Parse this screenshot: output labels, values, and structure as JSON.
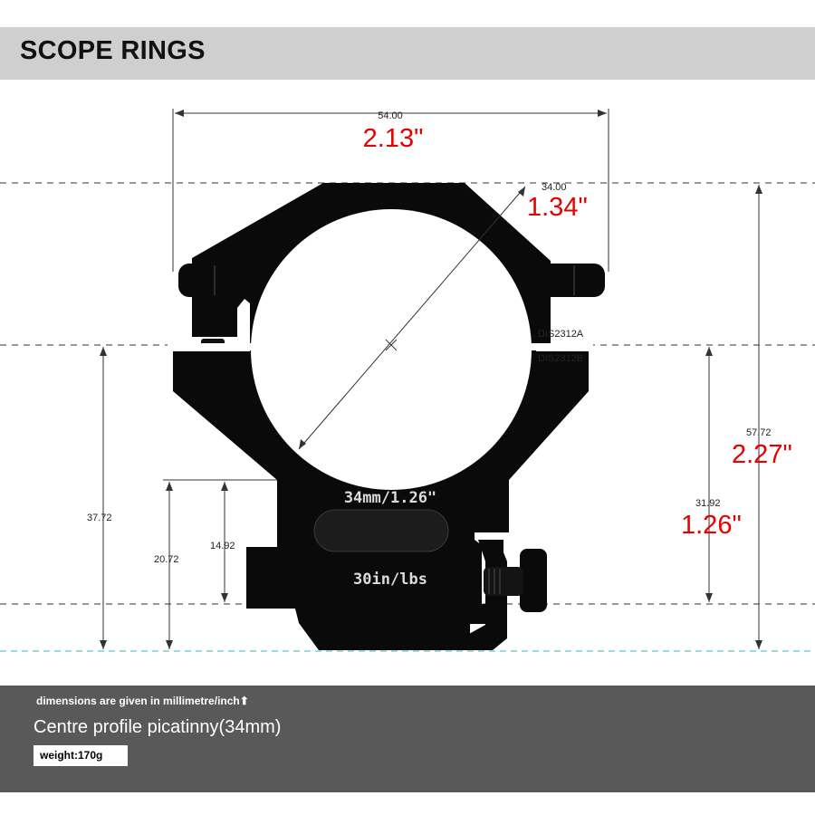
{
  "header": {
    "title": "SCOPE RINGS"
  },
  "dimensions": {
    "width_mm": "54.00",
    "width_in": "2.13\"",
    "diameter_mm": "34.00",
    "diameter_in": "1.34\"",
    "total_height_mm": "57.72",
    "total_height_in": "2.27\"",
    "center_height_mm": "31.92",
    "center_height_in": "1.26\"",
    "split_height_mm": "37.72",
    "base_height_mm": "20.72",
    "step_height_mm": "14.92"
  },
  "part_numbers": {
    "upper": "DIS2312A",
    "lower": "DIS2312B"
  },
  "engravings": {
    "size": "34mm/1.26\"",
    "torque": "30in/lbs"
  },
  "footer": {
    "units_note": "dimensions are given in millimetre/inch",
    "subtitle": "Centre profile picatinny(34mm)",
    "weight": "weight:170g"
  },
  "colors": {
    "inch_text": "#e60000",
    "header_bg": "#cfcfcf",
    "footer_bg": "#595959",
    "ring_body": "#0a0a0a",
    "baseline": "#5bc8c8"
  }
}
